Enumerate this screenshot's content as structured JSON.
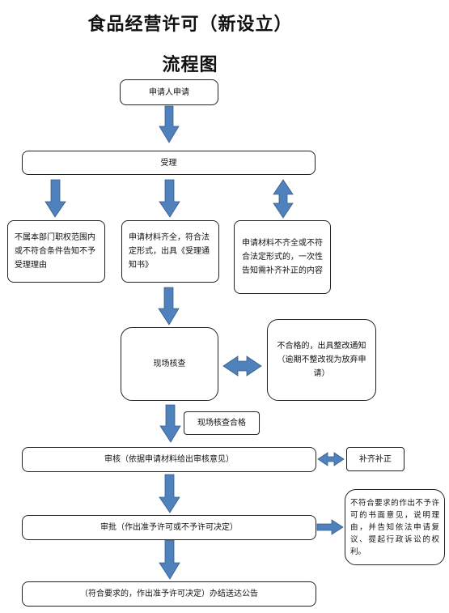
{
  "header": {
    "title_line1": "食品经营许可（新设立）",
    "title_line2": "流程图"
  },
  "nodes": {
    "apply": "申请人申请",
    "accept": "受理",
    "reject_scope": "不属本部门职权范围内或不符合条件告知不予受理理由",
    "complete": "申请材料齐全，符合法定形式，出具《受理通知书》",
    "incomplete": "申请材料不齐全或不符合法定形式的，一次性告知需补齐补正的内容",
    "inspect": "现场核查",
    "inspect_fail": "不合格的，出具整改通知（逾期不整改视为放弃申请）",
    "inspect_pass": "现场核查合格",
    "review": "审核（依据申请材料给出审核意见）",
    "supplement": "补齐补正",
    "approve": "审批（作出准予许可或不予许可决定）",
    "deny": "不符合要求的作出不予许可的书面意见，说明理由，并告知依法申请复议、提起行政诉讼的权利。",
    "final": "（符合要求的，作出准予许可决定）办结送达公告"
  },
  "colors": {
    "arrow_fill": "#4f81bd",
    "arrow_stroke": "#385d8a"
  }
}
